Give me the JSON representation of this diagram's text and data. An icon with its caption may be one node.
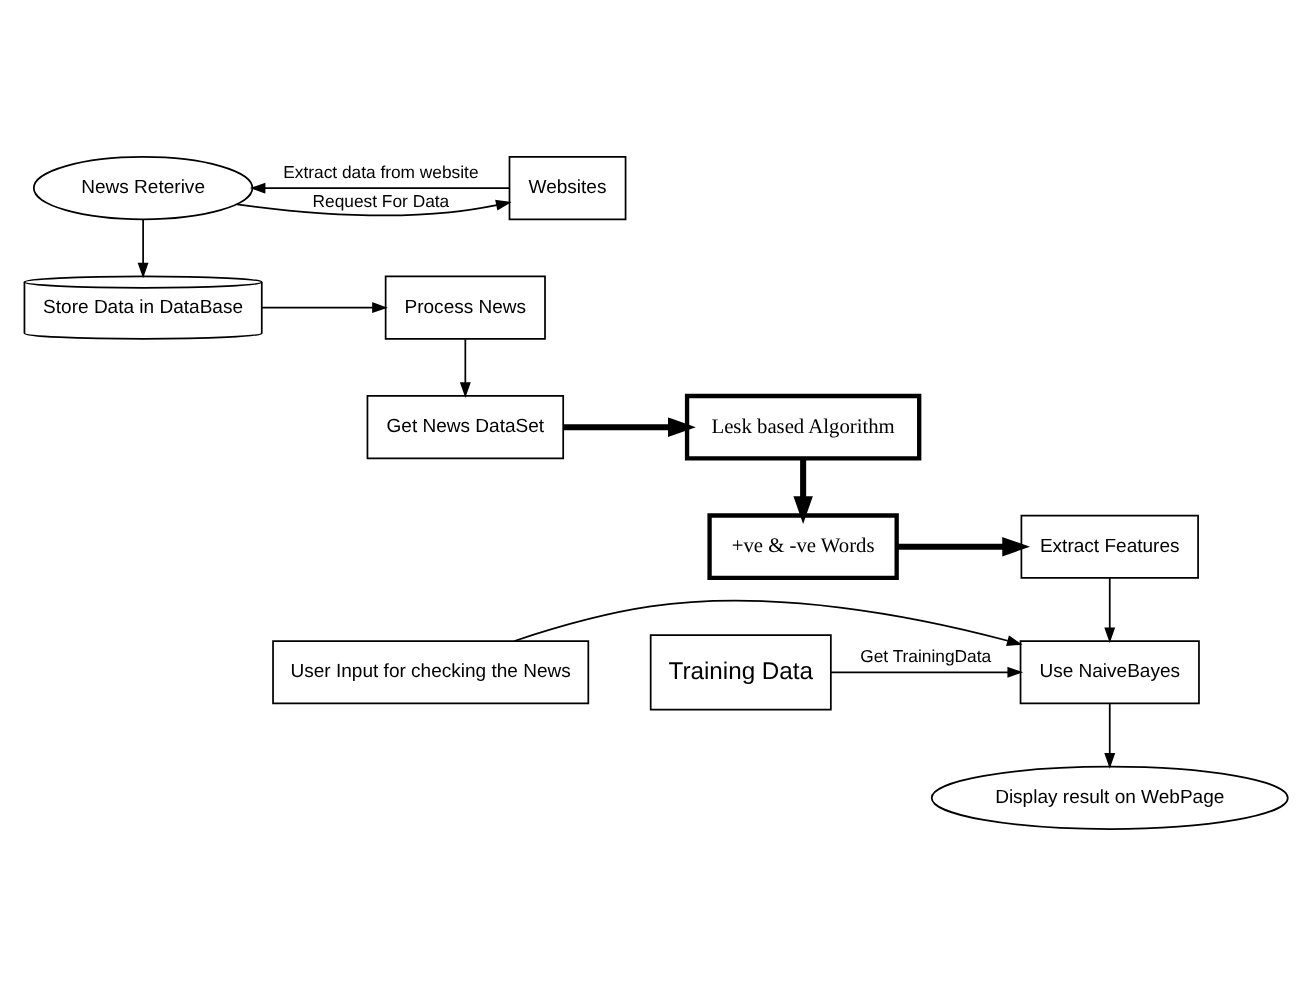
{
  "diagram": {
    "nodes": [
      {
        "text": [
          "News Reterive"
        ]
      },
      {
        "text": [
          "Websites"
        ]
      },
      {
        "text": [
          "Store Data in DataBase"
        ]
      },
      {
        "text": [
          "Process News"
        ]
      },
      {
        "text": [
          "Get News DataSet"
        ]
      },
      {
        "text": [
          "Lesk based Algorithm"
        ]
      },
      {
        "text": [
          "+ve & -ve Words"
        ]
      },
      {
        "text": [
          "Extract Features"
        ]
      },
      {
        "text": [
          "User Input for checking the News"
        ]
      },
      {
        "text": [
          "Use NaiveBayes"
        ]
      },
      {
        "text": [
          "Training Data"
        ]
      },
      {
        "text": [
          "Display result on WebPage"
        ]
      }
    ],
    "edges": [
      {
        "from": 1,
        "to": 0,
        "arrow": "to",
        "label": "Extract data from website"
      },
      {
        "from": 0,
        "to": 1,
        "arrow": "to",
        "label": "Request For Data"
      },
      {
        "from": 0,
        "to": 2,
        "arrow": "to"
      },
      {
        "from": 2,
        "to": 3,
        "arrow": "to"
      },
      {
        "from": 3,
        "to": 4,
        "arrow": "to"
      },
      {
        "from": 4,
        "to": 5,
        "arrow": "to",
        "style": "thick"
      },
      {
        "from": 5,
        "to": 6,
        "arrow": "to",
        "style": "thick"
      },
      {
        "from": 6,
        "to": 7,
        "arrow": "to",
        "style": "thick"
      },
      {
        "from": 7,
        "to": 9,
        "arrow": "to"
      },
      {
        "from": 8,
        "to": 9,
        "arrow": "to"
      },
      {
        "from": 10,
        "to": 9,
        "arrow": "to",
        "label": "Get TrainingData"
      },
      {
        "from": 9,
        "to": 11,
        "arrow": "to"
      }
    ]
  }
}
